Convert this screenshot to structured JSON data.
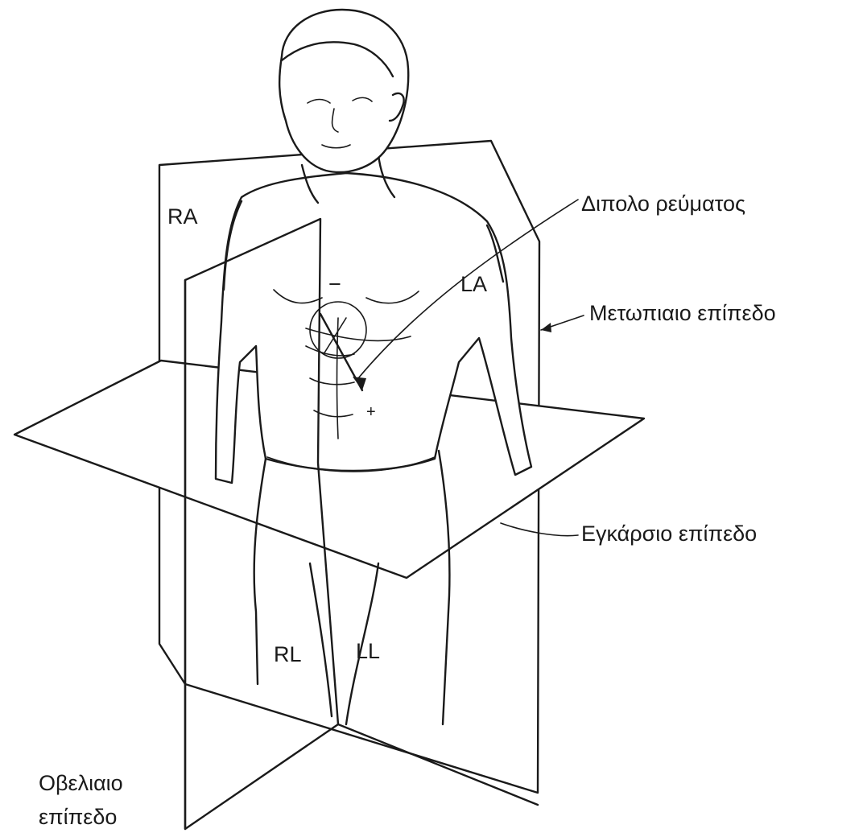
{
  "colors": {
    "ink": "#1a1a1a",
    "paper": "#ffffff"
  },
  "labels": {
    "ra": "RA",
    "la": "LA",
    "rl": "RL",
    "ll": "LL",
    "minus": "−",
    "plus": "+"
  },
  "callouts": {
    "dipole": "Διπολο ρεύματος",
    "frontal": "Μετωπιαιο επίπεδο",
    "transverse": "Εγκάρσιο επίπεδο",
    "sagittal_line1": "Οβελιαιο",
    "sagittal_line2": "επίπεδο"
  }
}
